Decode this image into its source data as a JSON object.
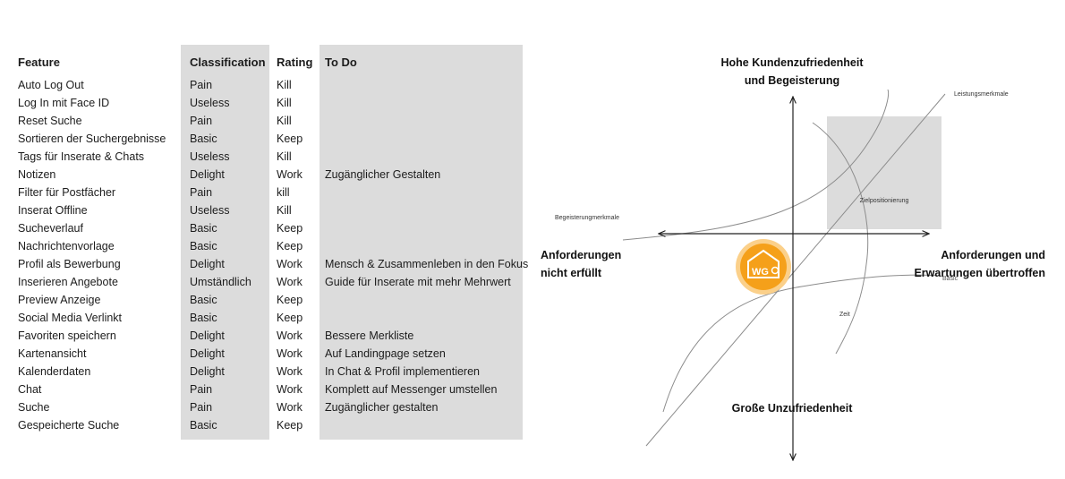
{
  "table": {
    "headers": {
      "feature": "Feature",
      "classification": "Classification",
      "rating": "Rating",
      "todo": "To Do"
    },
    "rows": [
      {
        "feature": "Auto Log Out",
        "classification": "Pain",
        "rating": "Kill",
        "todo": ""
      },
      {
        "feature": "Log In mit Face ID",
        "classification": "Useless",
        "rating": "Kill",
        "todo": ""
      },
      {
        "feature": "Reset Suche",
        "classification": "Pain",
        "rating": "Kill",
        "todo": ""
      },
      {
        "feature": "Sortieren der Suchergebnisse",
        "classification": "Basic",
        "rating": "Keep",
        "todo": ""
      },
      {
        "feature": "Tags für Inserate & Chats",
        "classification": "Useless",
        "rating": "Kill",
        "todo": ""
      },
      {
        "feature": "Notizen",
        "classification": "Delight",
        "rating": "Work",
        "todo": "Zugänglicher Gestalten"
      },
      {
        "feature": "Filter für Postfächer",
        "classification": "Pain",
        "rating": "kill",
        "todo": ""
      },
      {
        "feature": "Inserat Offline",
        "classification": "Useless",
        "rating": "Kill",
        "todo": ""
      },
      {
        "feature": "Sucheverlauf",
        "classification": "Basic",
        "rating": "Keep",
        "todo": ""
      },
      {
        "feature": "Nachrichtenvorlage",
        "classification": "Basic",
        "rating": "Keep",
        "todo": ""
      },
      {
        "feature": "Profil als Bewerbung",
        "classification": "Delight",
        "rating": "Work",
        "todo": "Mensch & Zusammenleben in den Fokus"
      },
      {
        "feature": "Inserieren Angebote",
        "classification": "Umständlich",
        "rating": "Work",
        "todo": "Guide für Inserate mit mehr Mehrwert"
      },
      {
        "feature": "Preview Anzeige",
        "classification": "Basic",
        "rating": "Keep",
        "todo": ""
      },
      {
        "feature": "Social Media Verlinkt",
        "classification": "Basic",
        "rating": "Keep",
        "todo": ""
      },
      {
        "feature": "Favoriten speichern",
        "classification": "Delight",
        "rating": "Work",
        "todo": "Bessere Merkliste"
      },
      {
        "feature": "Kartenansicht",
        "classification": "Delight",
        "rating": "Work",
        "todo": "Auf Landingpage setzen"
      },
      {
        "feature": "Kalenderdaten",
        "classification": "Delight",
        "rating": "Work",
        "todo": "In Chat & Profil implementieren"
      },
      {
        "feature": "Chat",
        "classification": "Pain",
        "rating": "Work",
        "todo": "Komplett auf Messenger umstellen"
      },
      {
        "feature": "Suche",
        "classification": "Pain",
        "rating": "Work",
        "todo": "Zugänglicher gestalten"
      },
      {
        "feature": "Gespeicherte Suche",
        "classification": "Basic",
        "rating": "Keep",
        "todo": ""
      }
    ]
  },
  "kano": {
    "top_label_1": "Hohe Kundenzufriedenheit",
    "top_label_2": "und Begeisterung",
    "bottom_label": "Große Unzufriedenheit",
    "left_label_1": "Anforderungen",
    "left_label_2": "nicht erfüllt",
    "right_label_1": "Anforderungen und",
    "right_label_2": "Erwartungen übertroffen",
    "curve_performance": "Leistungsmerkmale",
    "curve_delight": "Begeisterungmerkmale",
    "curve_basic": "Basic",
    "curve_time": "Zeit",
    "target_zone": "Zielpositionierung",
    "logo_text": "WG",
    "colors": {
      "logo_orange": "#f5a01a",
      "logo_ring": "#fbd08a",
      "zone_fill": "#dcdcdc",
      "line": "#888888"
    }
  }
}
